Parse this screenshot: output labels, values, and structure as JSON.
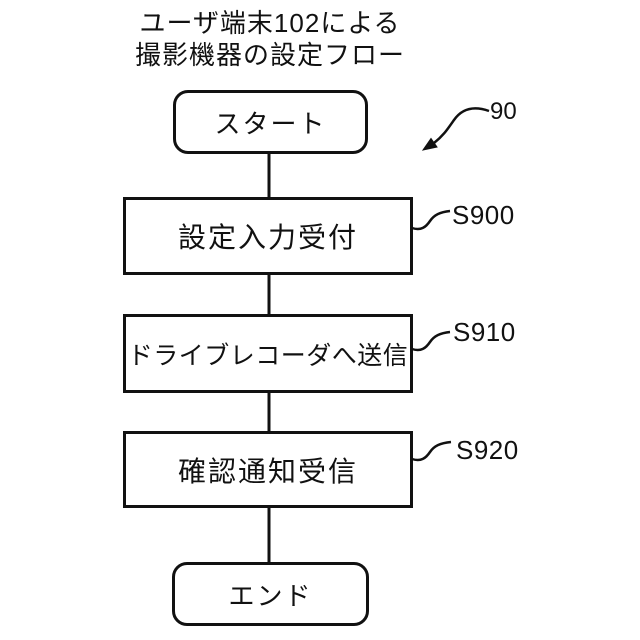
{
  "title": {
    "line1": "ユーザ端末102による",
    "line2": "撮影機器の設定フロー"
  },
  "reference": {
    "label": "90"
  },
  "flow": {
    "start": "スタート",
    "steps": [
      {
        "label": "設定入力受付",
        "id": "S900"
      },
      {
        "label": "ドライブレコーダへ送信",
        "id": "S910"
      },
      {
        "label": "確認通知受信",
        "id": "S920"
      }
    ],
    "end": "エンド"
  },
  "colors": {
    "ink": "#111111",
    "background": "#ffffff"
  }
}
